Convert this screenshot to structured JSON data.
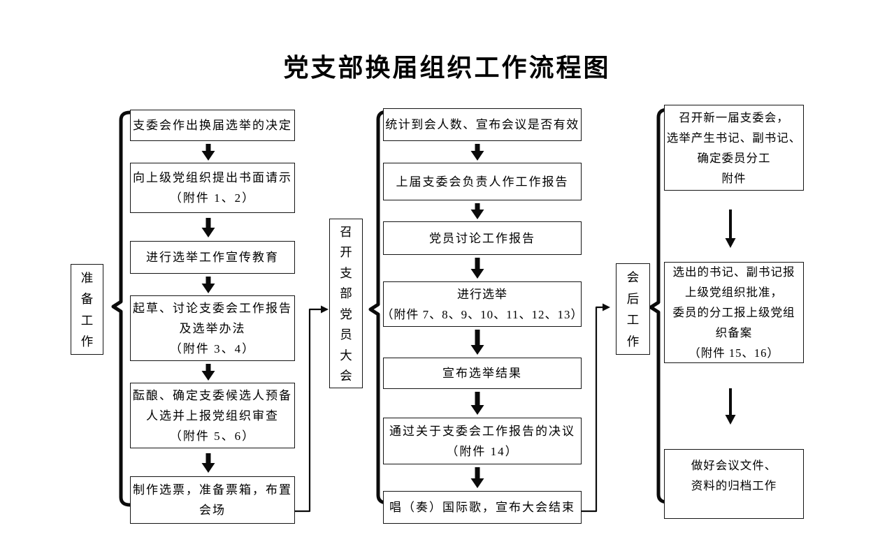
{
  "title": "党支部换届组织工作流程图",
  "colors": {
    "ink": "#000000",
    "background": "#ffffff"
  },
  "groups": [
    {
      "id": "prepare",
      "label": "准备工作",
      "steps": [
        {
          "lines": [
            "支委会作出换届选举的决定"
          ]
        },
        {
          "lines": [
            "向上级党组织提出书面请示",
            "（附件 1、2）"
          ]
        },
        {
          "lines": [
            "进行选举工作宣传教育"
          ]
        },
        {
          "lines": [
            "起草、讨论支委会工作报告",
            "及选举办法",
            "（附件 3、4）"
          ]
        },
        {
          "lines": [
            "酝酿、确定支委候选人预备",
            "人选并上报党组织审查",
            "（附件 5、6）"
          ]
        },
        {
          "lines": [
            "制作选票，准备票箱，布置",
            "会场"
          ]
        }
      ]
    },
    {
      "id": "meeting",
      "label": "召开支部党员大会",
      "steps": [
        {
          "lines": [
            "统计到会人数、宣布会议是否有效"
          ]
        },
        {
          "lines": [
            "上届支委会负责人作工作报告"
          ]
        },
        {
          "lines": [
            "党员讨论工作报告"
          ]
        },
        {
          "lines": [
            "进行选举",
            "（附件 7、8、9、10、11、12、13）"
          ]
        },
        {
          "lines": [
            "宣布选举结果"
          ]
        },
        {
          "lines": [
            "通过关于支委会工作报告的决议",
            "（附件 14）"
          ]
        },
        {
          "lines": [
            "唱（奏）国际歌，宣布大会结束"
          ]
        }
      ]
    },
    {
      "id": "after",
      "label": "会后工作",
      "steps": [
        {
          "lines": [
            "召开新一届支委会，",
            "选举产生书记、副书记、",
            "确定委员分工",
            "附件"
          ]
        },
        {
          "lines": [
            "选出的书记、副书记报",
            "上级党组织批准，",
            "委员的分工报上级党组",
            "织备案",
            "（附件 15、16）"
          ]
        },
        {
          "lines": [
            "做好会议文件、",
            "资料的归档工作"
          ]
        }
      ]
    }
  ]
}
